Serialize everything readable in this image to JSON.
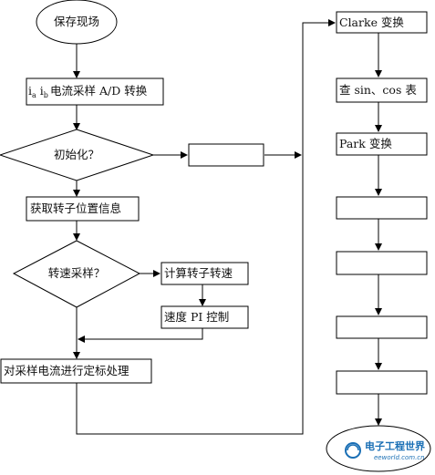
{
  "nodes": {
    "start": "保存现场",
    "sampling": "电流采样 A/D 转换",
    "sampling_prefix_i": "i",
    "sampling_sub_a": "a",
    "sampling_sub_b": "b",
    "init_check": "初始化？",
    "init_target": "",
    "get_rotor_pos": "获取转子位置信息",
    "speed_sample_check": "转速采样？",
    "calc_speed": "计算转子转速",
    "speed_pi": "速度 PI 控制",
    "scale_proc": "对采样电流进行定标处理",
    "clarke": "Clarke 变换",
    "lookup": "查 sin、cos 表",
    "park": "Park 变换",
    "box4": "",
    "box5": "",
    "box6": "",
    "box7": ""
  },
  "watermark": {
    "logo_text": "电子工程世界",
    "url": "eeworld.com.cn"
  }
}
